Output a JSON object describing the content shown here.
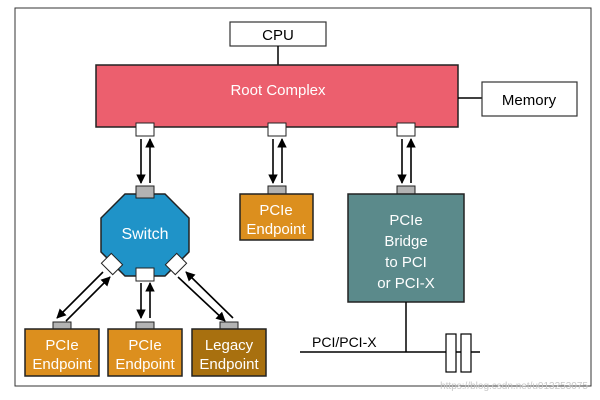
{
  "cpu": {
    "label": "CPU"
  },
  "root_complex": {
    "label": "Root Complex"
  },
  "memory": {
    "label": "Memory"
  },
  "switch": {
    "label": "Switch"
  },
  "endpoint_center": {
    "line1": "PCIe",
    "line2": "Endpoint"
  },
  "bridge": {
    "line1": "PCIe",
    "line2": "Bridge",
    "line3": "to PCI",
    "line4": "or PCI-X"
  },
  "endpoint_left": {
    "line1": "PCIe",
    "line2": "Endpoint"
  },
  "endpoint_mid": {
    "line1": "PCIe",
    "line2": "Endpoint"
  },
  "legacy_endpoint": {
    "line1": "Legacy",
    "line2": "Endpoint"
  },
  "bus": {
    "label": "PCI/PCI-X"
  },
  "watermark": {
    "text": "https://blog.csdn.net/u013253075"
  },
  "colors": {
    "root_complex": "#ec5f6e",
    "switch": "#1f93c8",
    "endpoint": "#dc8f1e",
    "legacy": "#a8700f",
    "bridge": "#5b8a8b",
    "port": "#b3b3b3"
  }
}
